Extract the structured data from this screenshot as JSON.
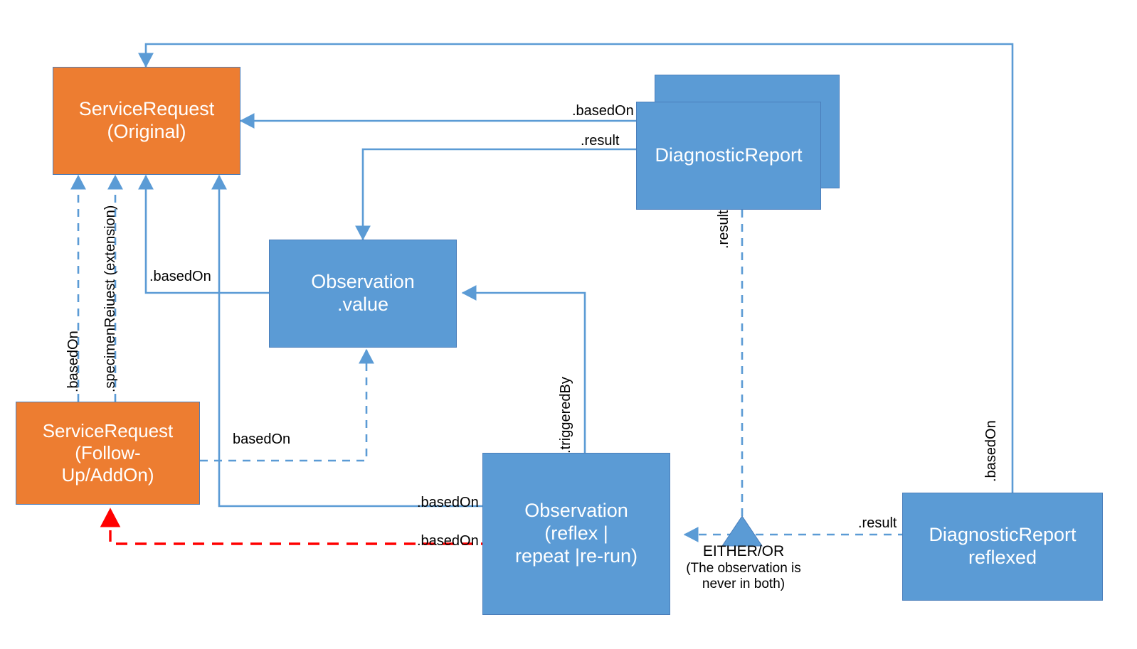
{
  "diagram": {
    "title": "FHIR ServiceRequest / Observation / DiagnosticReport relationships",
    "colors": {
      "orange": "#ED7D31",
      "blue": "#5B9BD5",
      "edge_blue": "#5B9BD5",
      "edge_red": "#FF0000",
      "border": "#4a7ebb",
      "text_on_node": "#FFFFFF",
      "label_text": "#000000"
    },
    "nodes": [
      {
        "id": "service-request-original",
        "label": "ServiceRequest\n(Original)",
        "line1": "ServiceRequest",
        "line2": "(Original)",
        "color": "orange"
      },
      {
        "id": "service-request-followup",
        "label": "ServiceRequest\n(Follow-Up/AddOn)",
        "line1": "ServiceRequest",
        "line2": "(Follow-",
        "line3": "Up/AddOn)",
        "color": "orange"
      },
      {
        "id": "observation-value",
        "label": "Observation\n.value",
        "line1": "Observation",
        "line2": ".value",
        "color": "blue"
      },
      {
        "id": "observation-reflex",
        "label": "Observation\n(reflex | repeat |re-run)",
        "line1": "Observation",
        "line2": "(reflex |",
        "line3": "repeat |re-run)",
        "color": "blue"
      },
      {
        "id": "diagnostic-report-back",
        "label": "",
        "color": "blue"
      },
      {
        "id": "diagnostic-report",
        "label": "DiagnosticReport",
        "color": "blue"
      },
      {
        "id": "diagnostic-report-reflexed",
        "label": "DiagnosticReport\nreflexed",
        "line1": "DiagnosticReport",
        "line2": "reflexed",
        "color": "blue"
      }
    ],
    "edge_labels": {
      "basedOn_dr_to_sr": ".basedOn",
      "result_dr_to_obs": ".result",
      "basedOn_obs_to_sr": ".basedOn",
      "basedOn_sr_left_dashed": ".basedOn",
      "specimenRequest_ext": ".specimenReiuest (extension)",
      "basedOn_followup_to_obsvalue": "basedOn",
      "triggeredBy": ".triggeredBy",
      "result_vertical": ".result",
      "basedOn_obsreflex_to_sr": ".basedOn",
      "basedOn_obsreflex_to_followup_red": ".basedOn",
      "result_reflexed": ".result",
      "basedOn_reflexed_right": ".basedOn"
    },
    "annotation": {
      "heading": "EITHER/OR",
      "line1": "(The observation is",
      "line2": "never in both)"
    }
  }
}
